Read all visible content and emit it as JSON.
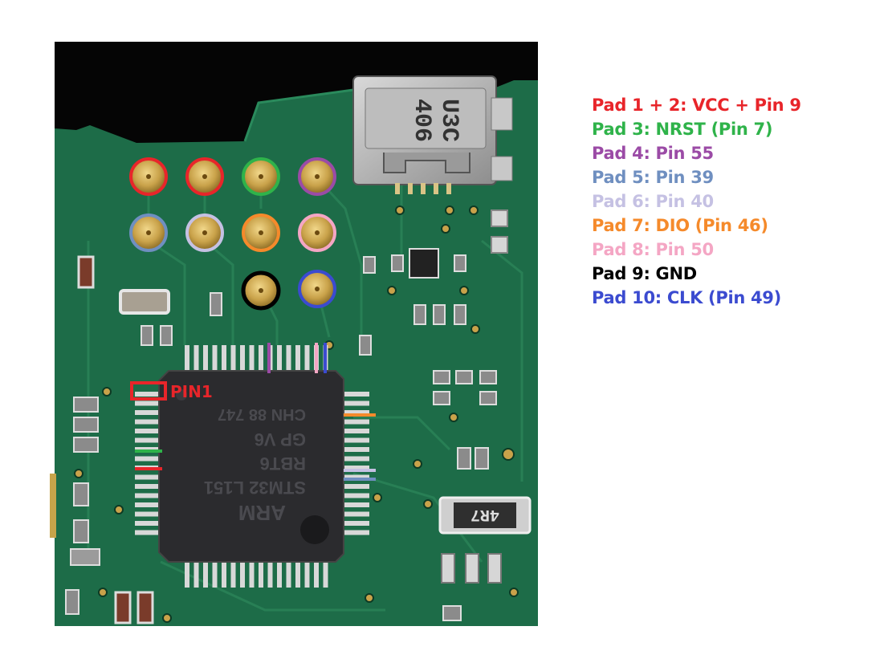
{
  "photo_labels": {
    "usb_marking_line1": "406",
    "usb_marking_line2": "U3C",
    "pin1_label": "PIN1",
    "inductor_marking": "4R7",
    "chip_marking_1": "ARM",
    "chip_marking_2": "STM32 L151",
    "chip_marking_3": "RBT6",
    "chip_marking_4": "GP V6",
    "chip_marking_5": "CHN 88 747"
  },
  "legend": [
    {
      "text": "Pad 1 + 2: VCC + Pin 9",
      "color": "#e8252a"
    },
    {
      "text": "Pad 3: NRST (Pin 7)",
      "color": "#2fb34a"
    },
    {
      "text": "Pad 4: Pin 55",
      "color": "#9b4ba6"
    },
    {
      "text": "Pad 5: Pin 39",
      "color": "#6f8fc0"
    },
    {
      "text": "Pad 6: Pin 40",
      "color": "#c5c1e3"
    },
    {
      "text": "Pad 7: DIO (Pin 46)",
      "color": "#f58a2b"
    },
    {
      "text": "Pad 8: Pin 50",
      "color": "#f4a6c4"
    },
    {
      "text": "Pad 9: GND",
      "color": "#000000"
    },
    {
      "text": "Pad 10: CLK (Pin 49)",
      "color": "#3b4bd0"
    }
  ],
  "colors": {
    "board": "#1c6a47",
    "background": "#050505",
    "chip": "#2b2b2e",
    "pad_gold": "#c8a24a"
  }
}
